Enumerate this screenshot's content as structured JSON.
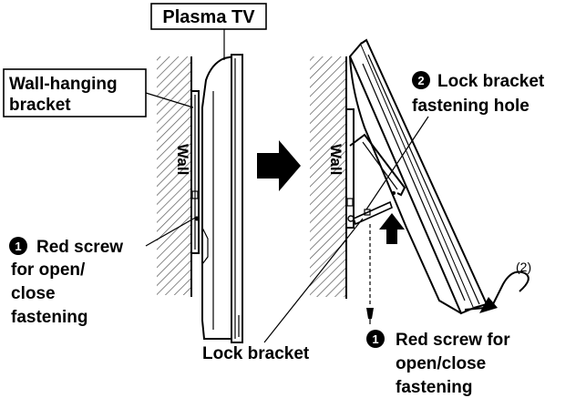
{
  "labels": {
    "plasma_tv": "Plasma TV",
    "wall_hanging_line1": "Wall-hanging",
    "wall_hanging_line2": "bracket",
    "wall_left": "Wall",
    "wall_right": "Wall",
    "red_screw_left_line1": "Red screw",
    "red_screw_left_line2": "for open/",
    "red_screw_left_line3": "close",
    "red_screw_left_line4": "fastening",
    "lock_hole_line1": "Lock bracket",
    "lock_hole_line2": "fastening hole",
    "lock_bracket": "Lock bracket",
    "red_screw_right_line1": "Red screw for",
    "red_screw_right_line2": "open/close",
    "red_screw_right_line3": "fastening",
    "step_2": "(2)"
  },
  "markers": {
    "one": "1",
    "two": "2"
  }
}
